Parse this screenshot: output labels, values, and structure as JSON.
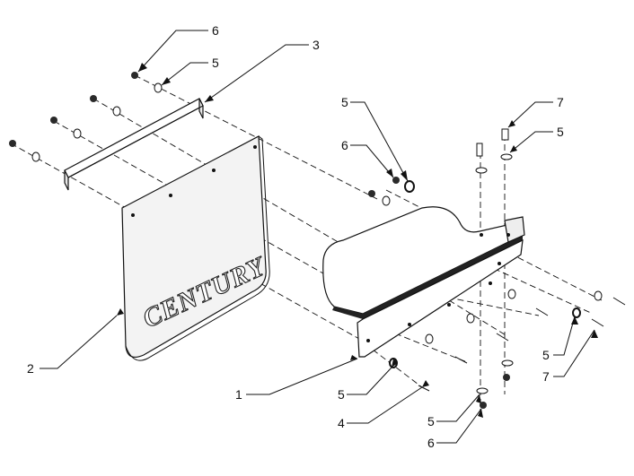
{
  "parts": {
    "p1": "1",
    "p2": "2",
    "p3": "3",
    "p4": "4",
    "p5": "5",
    "p6": "6",
    "p7": "7"
  },
  "callouts": [
    {
      "label": "6"
    },
    {
      "label": "5"
    },
    {
      "label": "3"
    },
    {
      "label": "5"
    },
    {
      "label": "6"
    },
    {
      "label": "7"
    },
    {
      "label": "5"
    },
    {
      "label": "2"
    },
    {
      "label": "1"
    },
    {
      "label": "5"
    },
    {
      "label": "4"
    },
    {
      "label": "5"
    },
    {
      "label": "7"
    },
    {
      "label": "5"
    },
    {
      "label": "6"
    }
  ],
  "logo_text": "CENTURY",
  "colors": {
    "line": "#111111",
    "fill_dark": "#2a2a2a",
    "flap_fill": "#f3f3f3"
  }
}
